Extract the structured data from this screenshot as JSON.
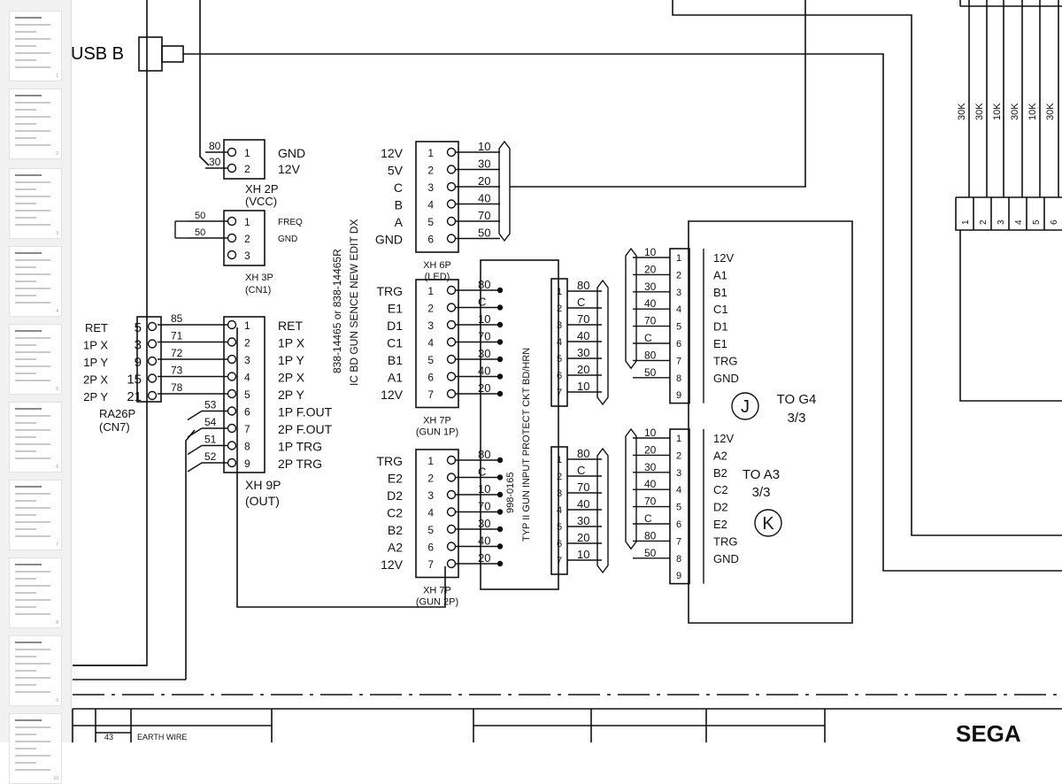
{
  "thumbnails": {
    "count": 10,
    "page_numbers": [
      "1",
      "2",
      "3",
      "4",
      "5",
      "6",
      "7",
      "8",
      "9",
      "10"
    ]
  },
  "usb": {
    "label": "USB B"
  },
  "vcc_connector": {
    "name": "XH 2P",
    "sub": "(VCC)",
    "pins": [
      {
        "num": "1",
        "label": "GND",
        "wire": "80"
      },
      {
        "num": "2",
        "label": "12V",
        "wire": "30"
      }
    ]
  },
  "cn1_connector": {
    "name": "XH 3P",
    "sub": "(CN1)",
    "pins": [
      {
        "num": "1",
        "label": "FREQ",
        "wire": "50"
      },
      {
        "num": "2",
        "label": "GND",
        "wire": "50"
      },
      {
        "num": "3",
        "label": "",
        "wire": ""
      }
    ]
  },
  "cn7_connector": {
    "name": "RA26P",
    "sub": "(CN7)",
    "pins": [
      {
        "label": "RET",
        "num": "5"
      },
      {
        "label": "1P X",
        "num": "3"
      },
      {
        "label": "1P Y",
        "num": "9"
      },
      {
        "label": "2P X",
        "num": "15"
      },
      {
        "label": "2P Y",
        "num": "21"
      }
    ]
  },
  "out_connector": {
    "name": "XH 9P",
    "sub": "(OUT)",
    "pins": [
      {
        "num": "1",
        "label": "RET",
        "wire": "85"
      },
      {
        "num": "2",
        "label": "1P X",
        "wire": "71"
      },
      {
        "num": "3",
        "label": "1P Y",
        "wire": "72"
      },
      {
        "num": "4",
        "label": "2P X",
        "wire": "73"
      },
      {
        "num": "5",
        "label": "2P Y",
        "wire": "78"
      },
      {
        "num": "6",
        "label": "1P F.OUT",
        "wire": "53"
      },
      {
        "num": "7",
        "label": "2P F.OUT",
        "wire": "54"
      },
      {
        "num": "8",
        "label": "1P TRG",
        "wire": "51"
      },
      {
        "num": "9",
        "label": "2P TRG",
        "wire": "52"
      }
    ]
  },
  "main_board": {
    "title_line1": "838-14465 or 838-14465R",
    "title_line2": "IC BD GUN SENCE NEW EDIT DX"
  },
  "led_connector": {
    "name": "XH 6P",
    "sub": "(LED)",
    "pins": [
      {
        "label": "12V",
        "num": "1",
        "wire": "10"
      },
      {
        "label": "5V",
        "num": "2",
        "wire": "30"
      },
      {
        "label": "C",
        "num": "3",
        "wire": "20"
      },
      {
        "label": "B",
        "num": "4",
        "wire": "40"
      },
      {
        "label": "A",
        "num": "5",
        "wire": "70"
      },
      {
        "label": "GND",
        "num": "6",
        "wire": "50"
      }
    ]
  },
  "gun1_connector": {
    "name": "XH 7P",
    "sub": "(GUN 1P)",
    "pins": [
      {
        "label": "TRG",
        "num": "1",
        "wire": "80"
      },
      {
        "label": "E1",
        "num": "2",
        "wire": "C"
      },
      {
        "label": "D1",
        "num": "3",
        "wire": "10"
      },
      {
        "label": "C1",
        "num": "4",
        "wire": "70"
      },
      {
        "label": "B1",
        "num": "5",
        "wire": "30"
      },
      {
        "label": "A1",
        "num": "6",
        "wire": "40"
      },
      {
        "label": "12V",
        "num": "7",
        "wire": "20"
      }
    ]
  },
  "gun2_connector": {
    "name": "XH 7P",
    "sub": "(GUN 2P)",
    "pins": [
      {
        "label": "TRG",
        "num": "1",
        "wire": "80"
      },
      {
        "label": "E2",
        "num": "2",
        "wire": "C"
      },
      {
        "label": "D2",
        "num": "3",
        "wire": "10"
      },
      {
        "label": "C2",
        "num": "4",
        "wire": "70"
      },
      {
        "label": "B2",
        "num": "5",
        "wire": "30"
      },
      {
        "label": "A2",
        "num": "6",
        "wire": "40"
      },
      {
        "label": "12V",
        "num": "7",
        "wire": "20"
      }
    ]
  },
  "protect_board": {
    "title_line1": "998-0165",
    "title_line2": "TYP II GUN INPUT PROTECT CKT BD/HRN",
    "top_pins": [
      {
        "num": "1",
        "wire": "80"
      },
      {
        "num": "2",
        "wire": "C"
      },
      {
        "num": "3",
        "wire": "70"
      },
      {
        "num": "4",
        "wire": "40"
      },
      {
        "num": "5",
        "wire": "30"
      },
      {
        "num": "6",
        "wire": "20"
      },
      {
        "num": "7",
        "wire": "10"
      }
    ],
    "bottom_pins": [
      {
        "num": "1",
        "wire": "80"
      },
      {
        "num": "2",
        "wire": "C"
      },
      {
        "num": "3",
        "wire": "70"
      },
      {
        "num": "4",
        "wire": "40"
      },
      {
        "num": "5",
        "wire": "30"
      },
      {
        "num": "6",
        "wire": "20"
      },
      {
        "num": "7",
        "wire": "10"
      }
    ]
  },
  "connector_j": {
    "letter": "J",
    "dest": "TO G4",
    "page": "3/3",
    "pins": [
      {
        "num": "1",
        "wire": "10",
        "label": "12V"
      },
      {
        "num": "2",
        "wire": "20",
        "label": "A1"
      },
      {
        "num": "3",
        "wire": "30",
        "label": "B1"
      },
      {
        "num": "4",
        "wire": "40",
        "label": "C1"
      },
      {
        "num": "5",
        "wire": "70",
        "label": "D1"
      },
      {
        "num": "6",
        "wire": "C",
        "label": "E1"
      },
      {
        "num": "7",
        "wire": "80",
        "label": "TRG"
      },
      {
        "num": "8",
        "wire": "50",
        "label": "GND"
      },
      {
        "num": "9",
        "wire": "",
        "label": ""
      }
    ]
  },
  "connector_k": {
    "letter": "K",
    "dest": "TO A3",
    "page": "3/3",
    "pins": [
      {
        "num": "1",
        "wire": "10",
        "label": "12V"
      },
      {
        "num": "2",
        "wire": "20",
        "label": "A2"
      },
      {
        "num": "3",
        "wire": "30",
        "label": "B2"
      },
      {
        "num": "4",
        "wire": "40",
        "label": "C2"
      },
      {
        "num": "5",
        "wire": "70",
        "label": "D2"
      },
      {
        "num": "6",
        "wire": "C",
        "label": "E2"
      },
      {
        "num": "7",
        "wire": "80",
        "label": "TRG"
      },
      {
        "num": "8",
        "wire": "50",
        "label": "GND"
      },
      {
        "num": "9",
        "wire": "",
        "label": ""
      }
    ]
  },
  "resistors": [
    "30K",
    "30K",
    "10K",
    "30K",
    "10K",
    "30K"
  ],
  "right_pins": [
    "1",
    "2",
    "3",
    "4",
    "5",
    "6"
  ],
  "title_block": {
    "row_num": "43",
    "row_text": "EARTH WIRE",
    "logo": "SEGA"
  }
}
